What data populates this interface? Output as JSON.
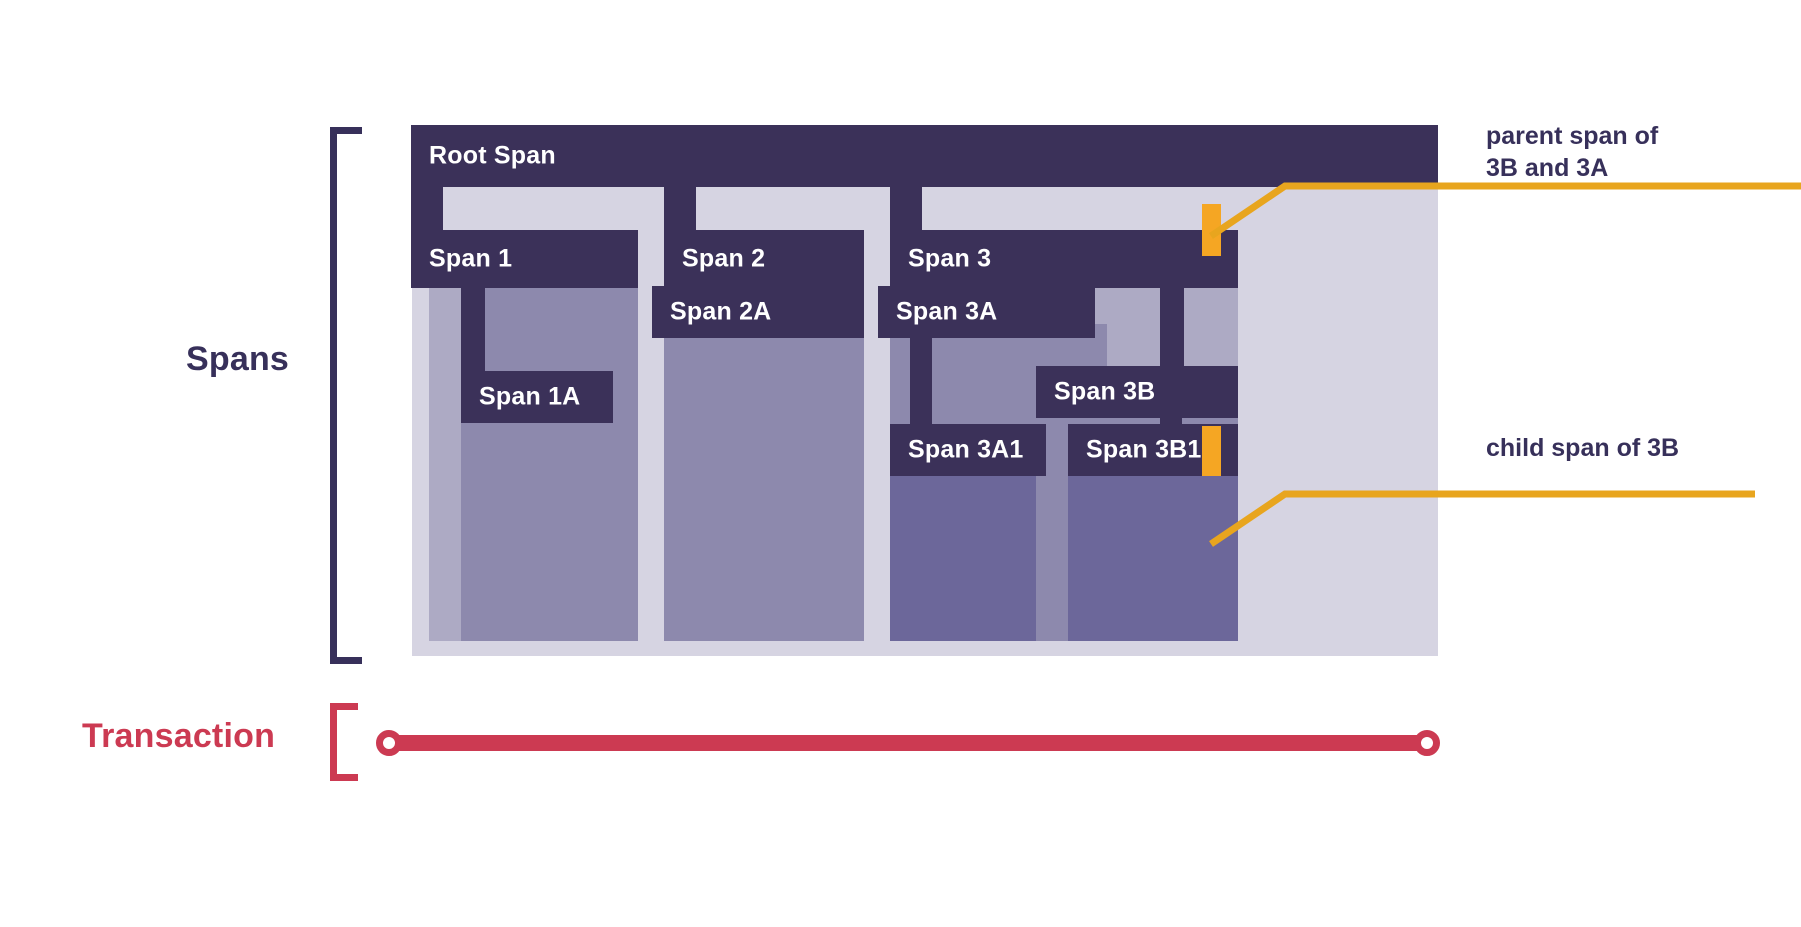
{
  "diagram": {
    "title_left_labels": {
      "spans": "Spans",
      "transaction": "Transaction"
    },
    "colors": {
      "span_bar": "#3B3159",
      "nest_level_0": "#D6D4E2",
      "nest_level_1": "#ADAAC4",
      "nest_level_2": "#8D89AD",
      "nest_level_3": "#6C679A",
      "marker_highlight": "#F5A623",
      "transaction": "#CC3A52",
      "text_dark": "#37305A"
    },
    "spans": [
      {
        "id": "root",
        "label": "Root Span"
      },
      {
        "id": "s1",
        "label": "Span 1"
      },
      {
        "id": "s1a",
        "label": "Span 1A"
      },
      {
        "id": "s2",
        "label": "Span 2"
      },
      {
        "id": "s2a",
        "label": "Span 2A"
      },
      {
        "id": "s3",
        "label": "Span 3"
      },
      {
        "id": "s3a",
        "label": "Span 3A"
      },
      {
        "id": "s3a1",
        "label": "Span 3A1"
      },
      {
        "id": "s3b",
        "label": "Span 3B"
      },
      {
        "id": "s3b1",
        "label": "Span 3B1"
      }
    ],
    "callouts": [
      {
        "id": "callout-parent",
        "text": "parent span of\n3B and 3A"
      },
      {
        "id": "callout-child",
        "text": "child span of 3B"
      }
    ]
  }
}
